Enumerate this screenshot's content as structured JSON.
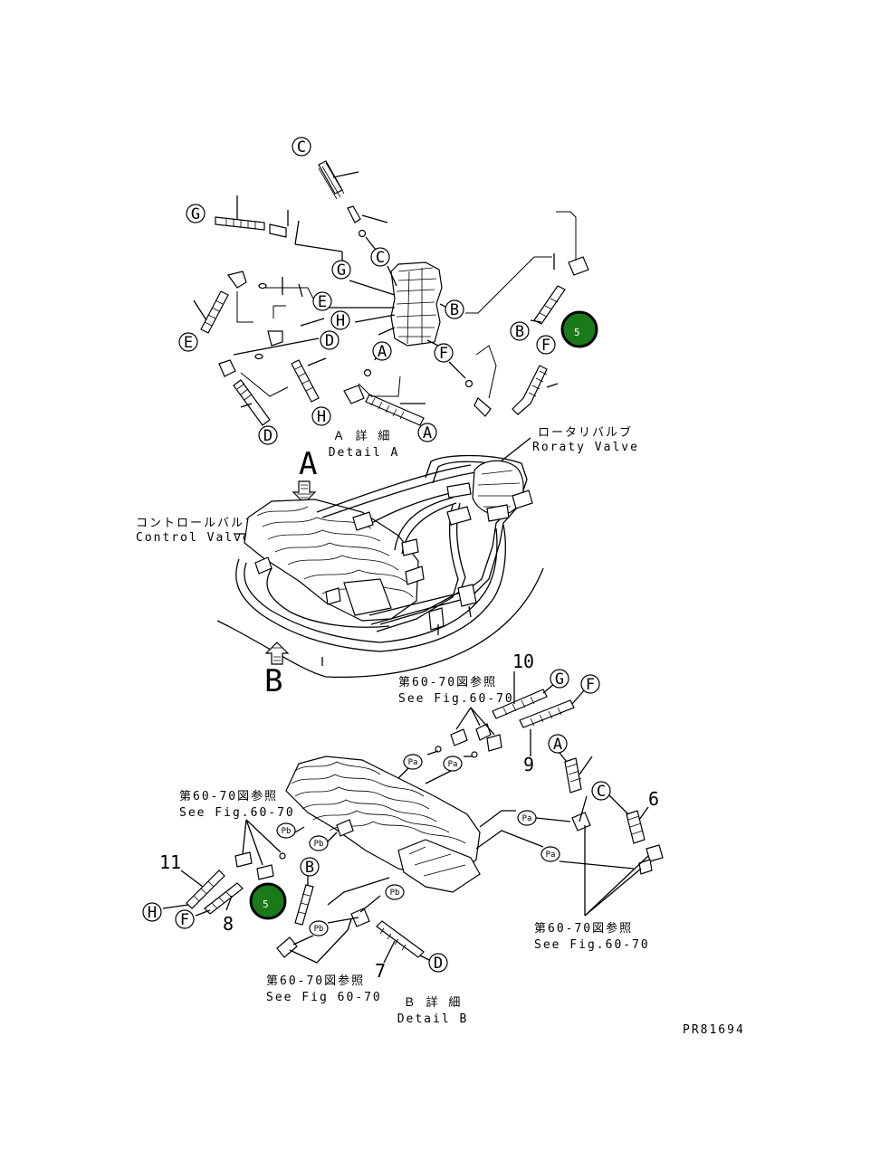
{
  "letters": {
    "a": "A",
    "b": "B",
    "c": "C",
    "d": "D",
    "e": "E",
    "f": "F",
    "g": "G",
    "h": "H"
  },
  "detail_a": {
    "jp": "Ａ 詳 細",
    "en": "Detail A"
  },
  "detail_b": {
    "jp": "Ｂ 詳 細",
    "en": "Detail B"
  },
  "rotary_valve": {
    "jp": "ロータリバルブ",
    "en": "Roraty Valve"
  },
  "control_valve": {
    "jp": "コントロールバルブ",
    "en": "Control Valve"
  },
  "view_a": "A",
  "view_b": "B",
  "see_fig": {
    "jp": "第60-70図参照",
    "en1": "See Fig.60-70",
    "en2": "See Fig 60-70"
  },
  "ports": {
    "pa": "Pa",
    "pb": "Pb"
  },
  "part_numbers": {
    "n6": "6",
    "n7": "7",
    "n8": "8",
    "n9": "9",
    "n10": "10",
    "n11": "11"
  },
  "hotspot": {
    "label": "5",
    "color": "#1a7a1a"
  },
  "drawing_code": "PR81694"
}
